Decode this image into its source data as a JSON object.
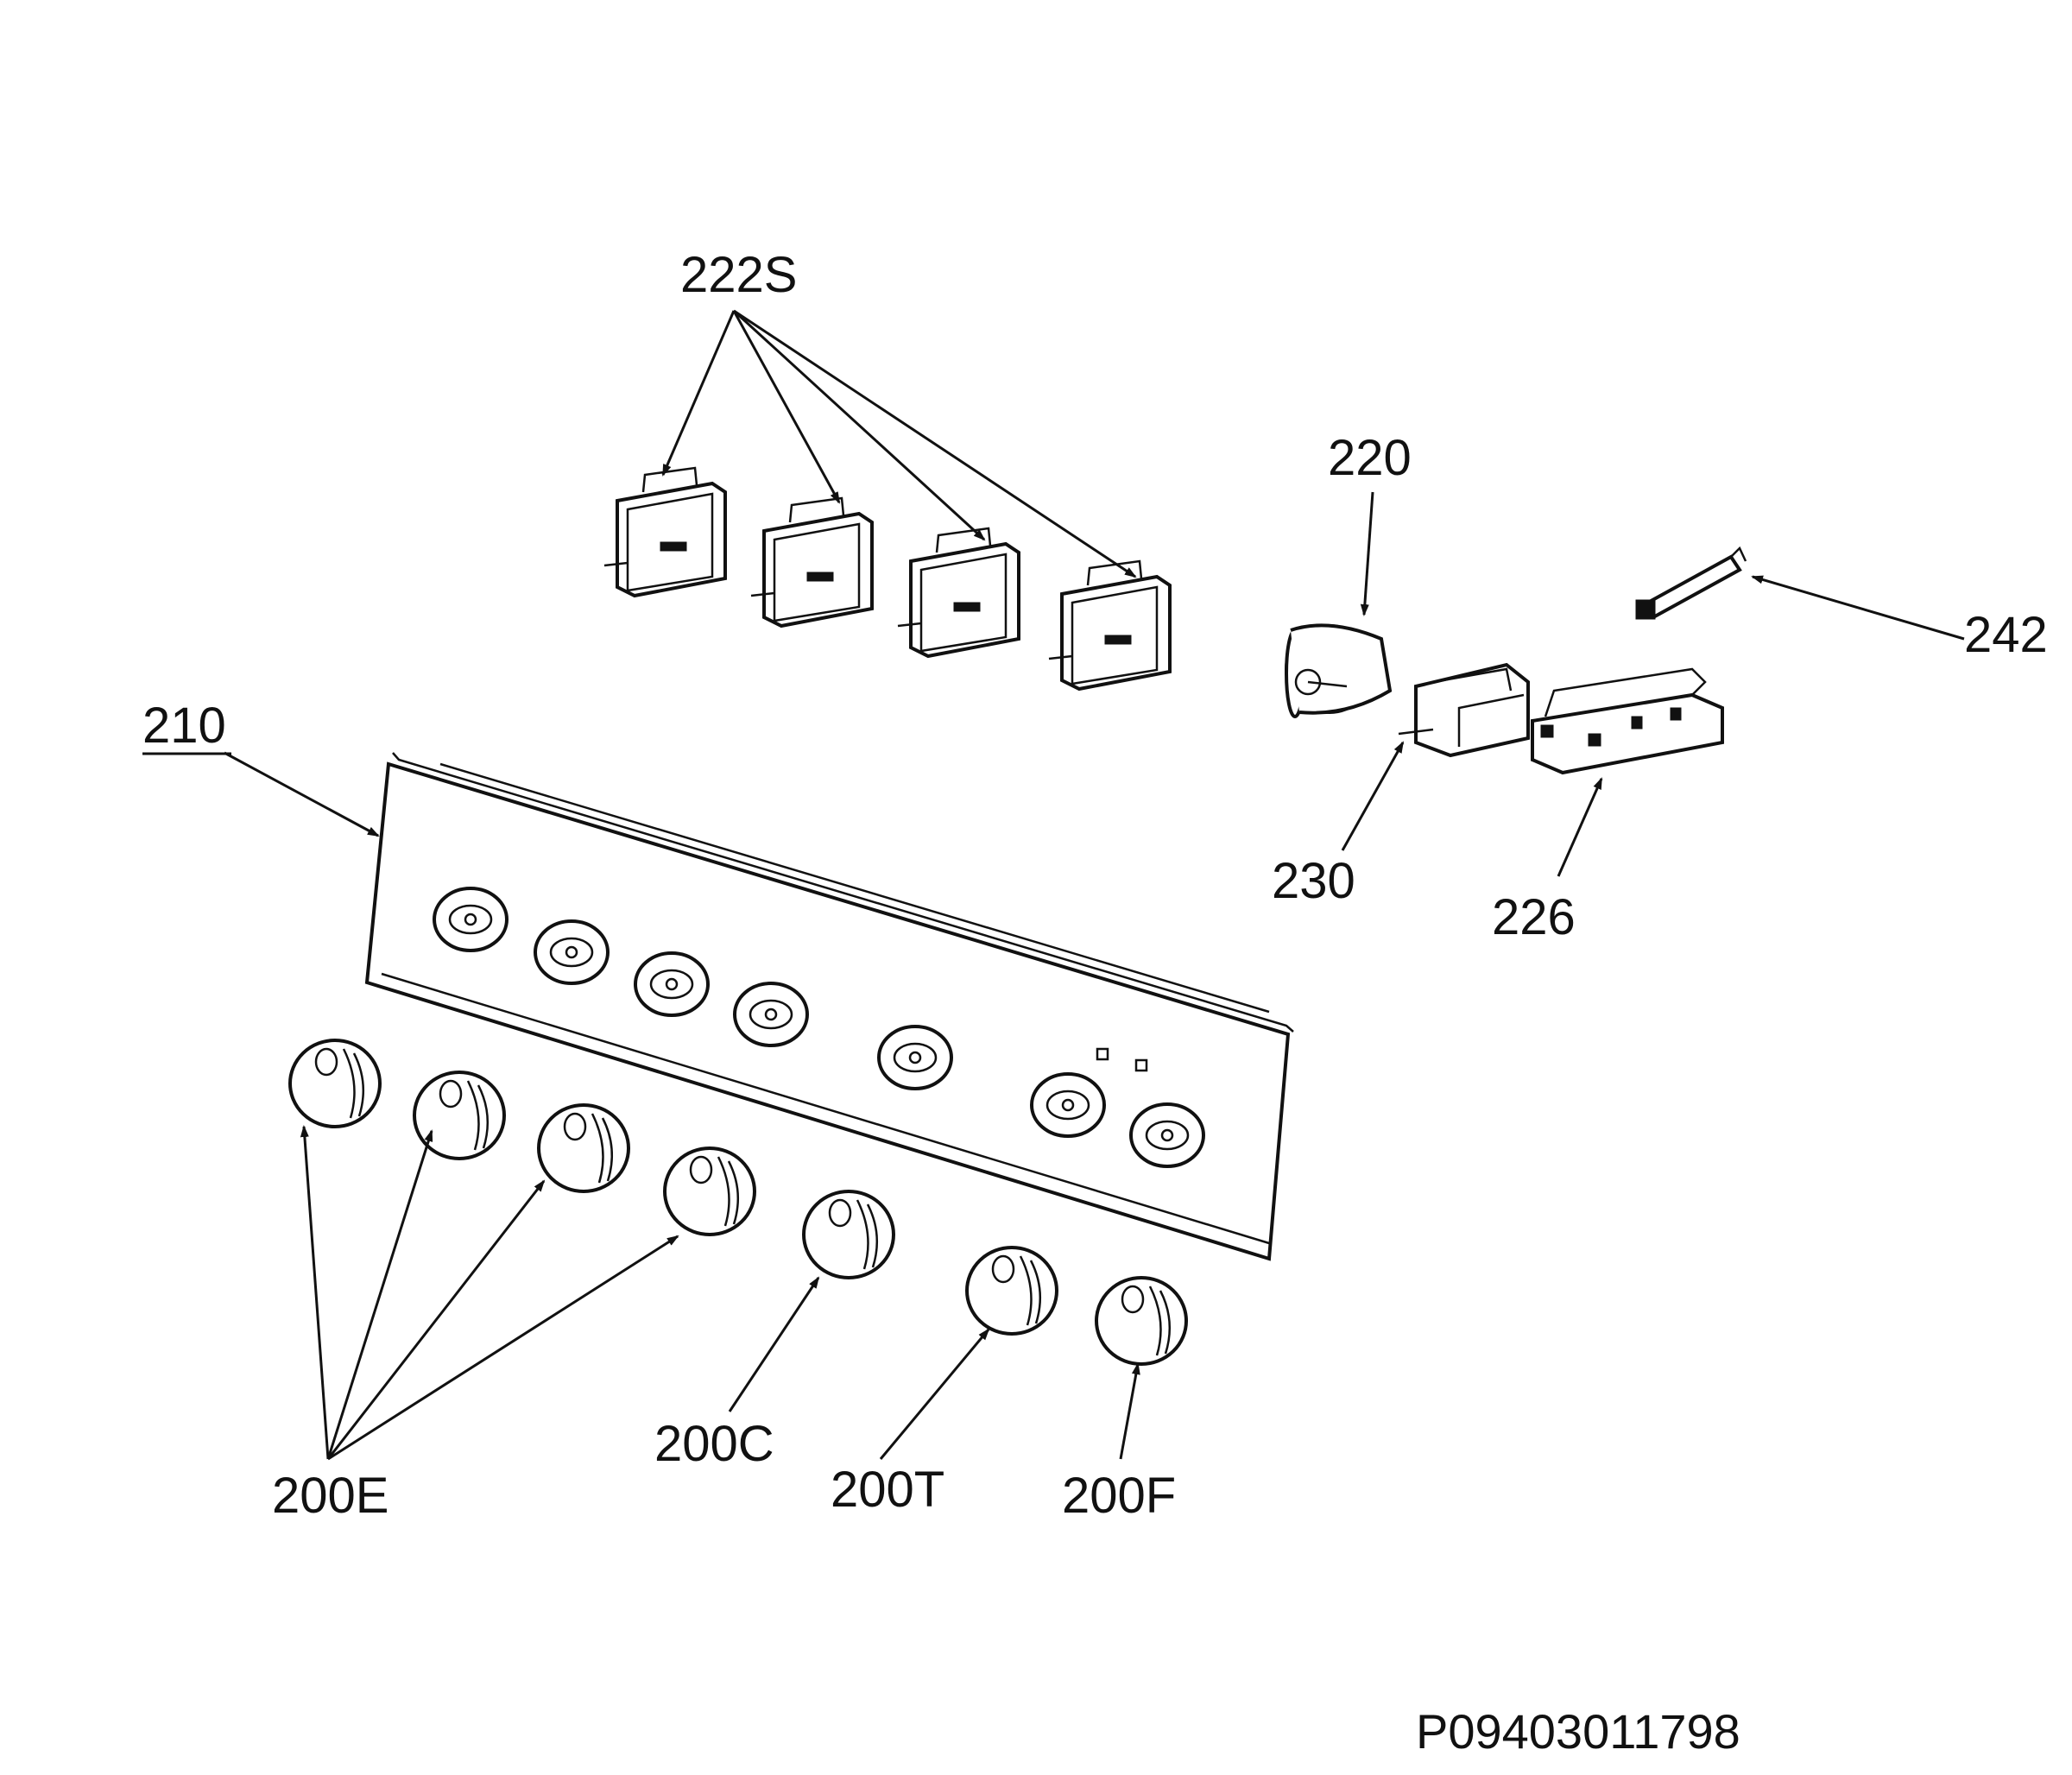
{
  "labels": {
    "switches": "222S",
    "timer": "220",
    "sensor": "242",
    "panel": "210",
    "lamp_switch": "230",
    "terminal_block": "226",
    "knob_e": "200E",
    "knob_c": "200C",
    "knob_t": "200T",
    "knob_f": "200F"
  },
  "drawing_code": "P09403011798"
}
